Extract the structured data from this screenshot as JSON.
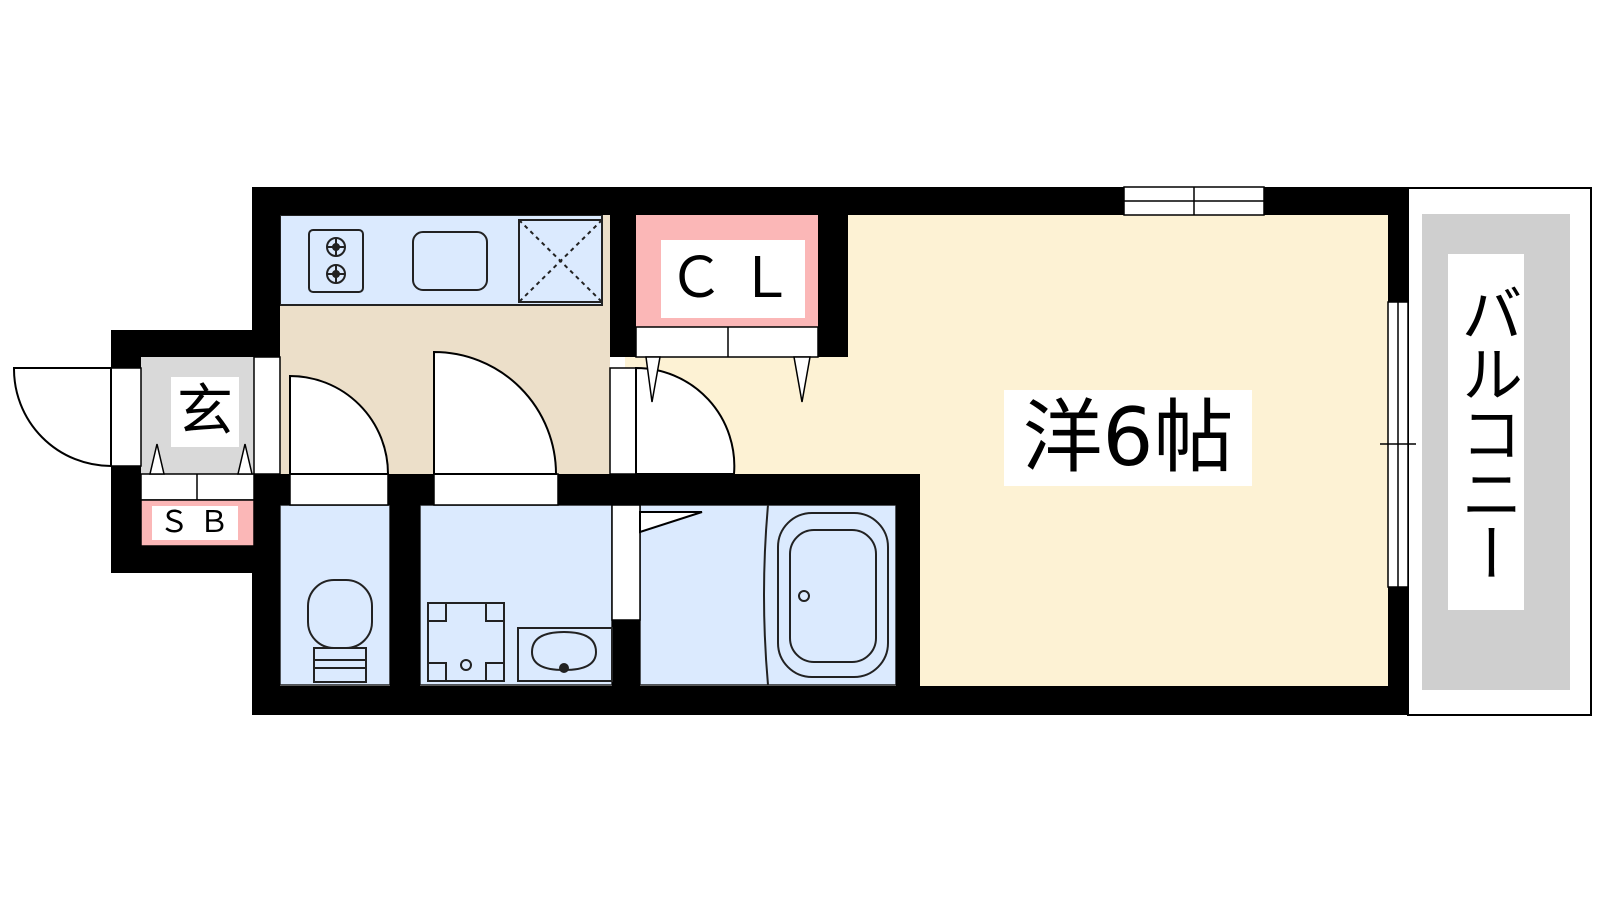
{
  "labels": {
    "room": "洋6帖",
    "closet": "ＣＬ",
    "entrance": "玄",
    "shoe_box": "ＳＢ",
    "balcony": "バルコニー"
  },
  "colors": {
    "wall": "#000000",
    "western_room": "#fdf2d4",
    "kitchen_floor": "#ecdfc9",
    "wet_area": "#dbeafe",
    "closet": "#fbb7b7",
    "entrance": "#d9d9d9",
    "balcony": "#cfcfcf",
    "fixture_line": "#333333"
  },
  "icons": [
    "stove-icon",
    "sink-icon",
    "fridge-space-icon",
    "toilet-icon",
    "washbasin-icon",
    "washer-pan-icon",
    "bathtub-icon",
    "door-swing-icon",
    "window-icon"
  ]
}
